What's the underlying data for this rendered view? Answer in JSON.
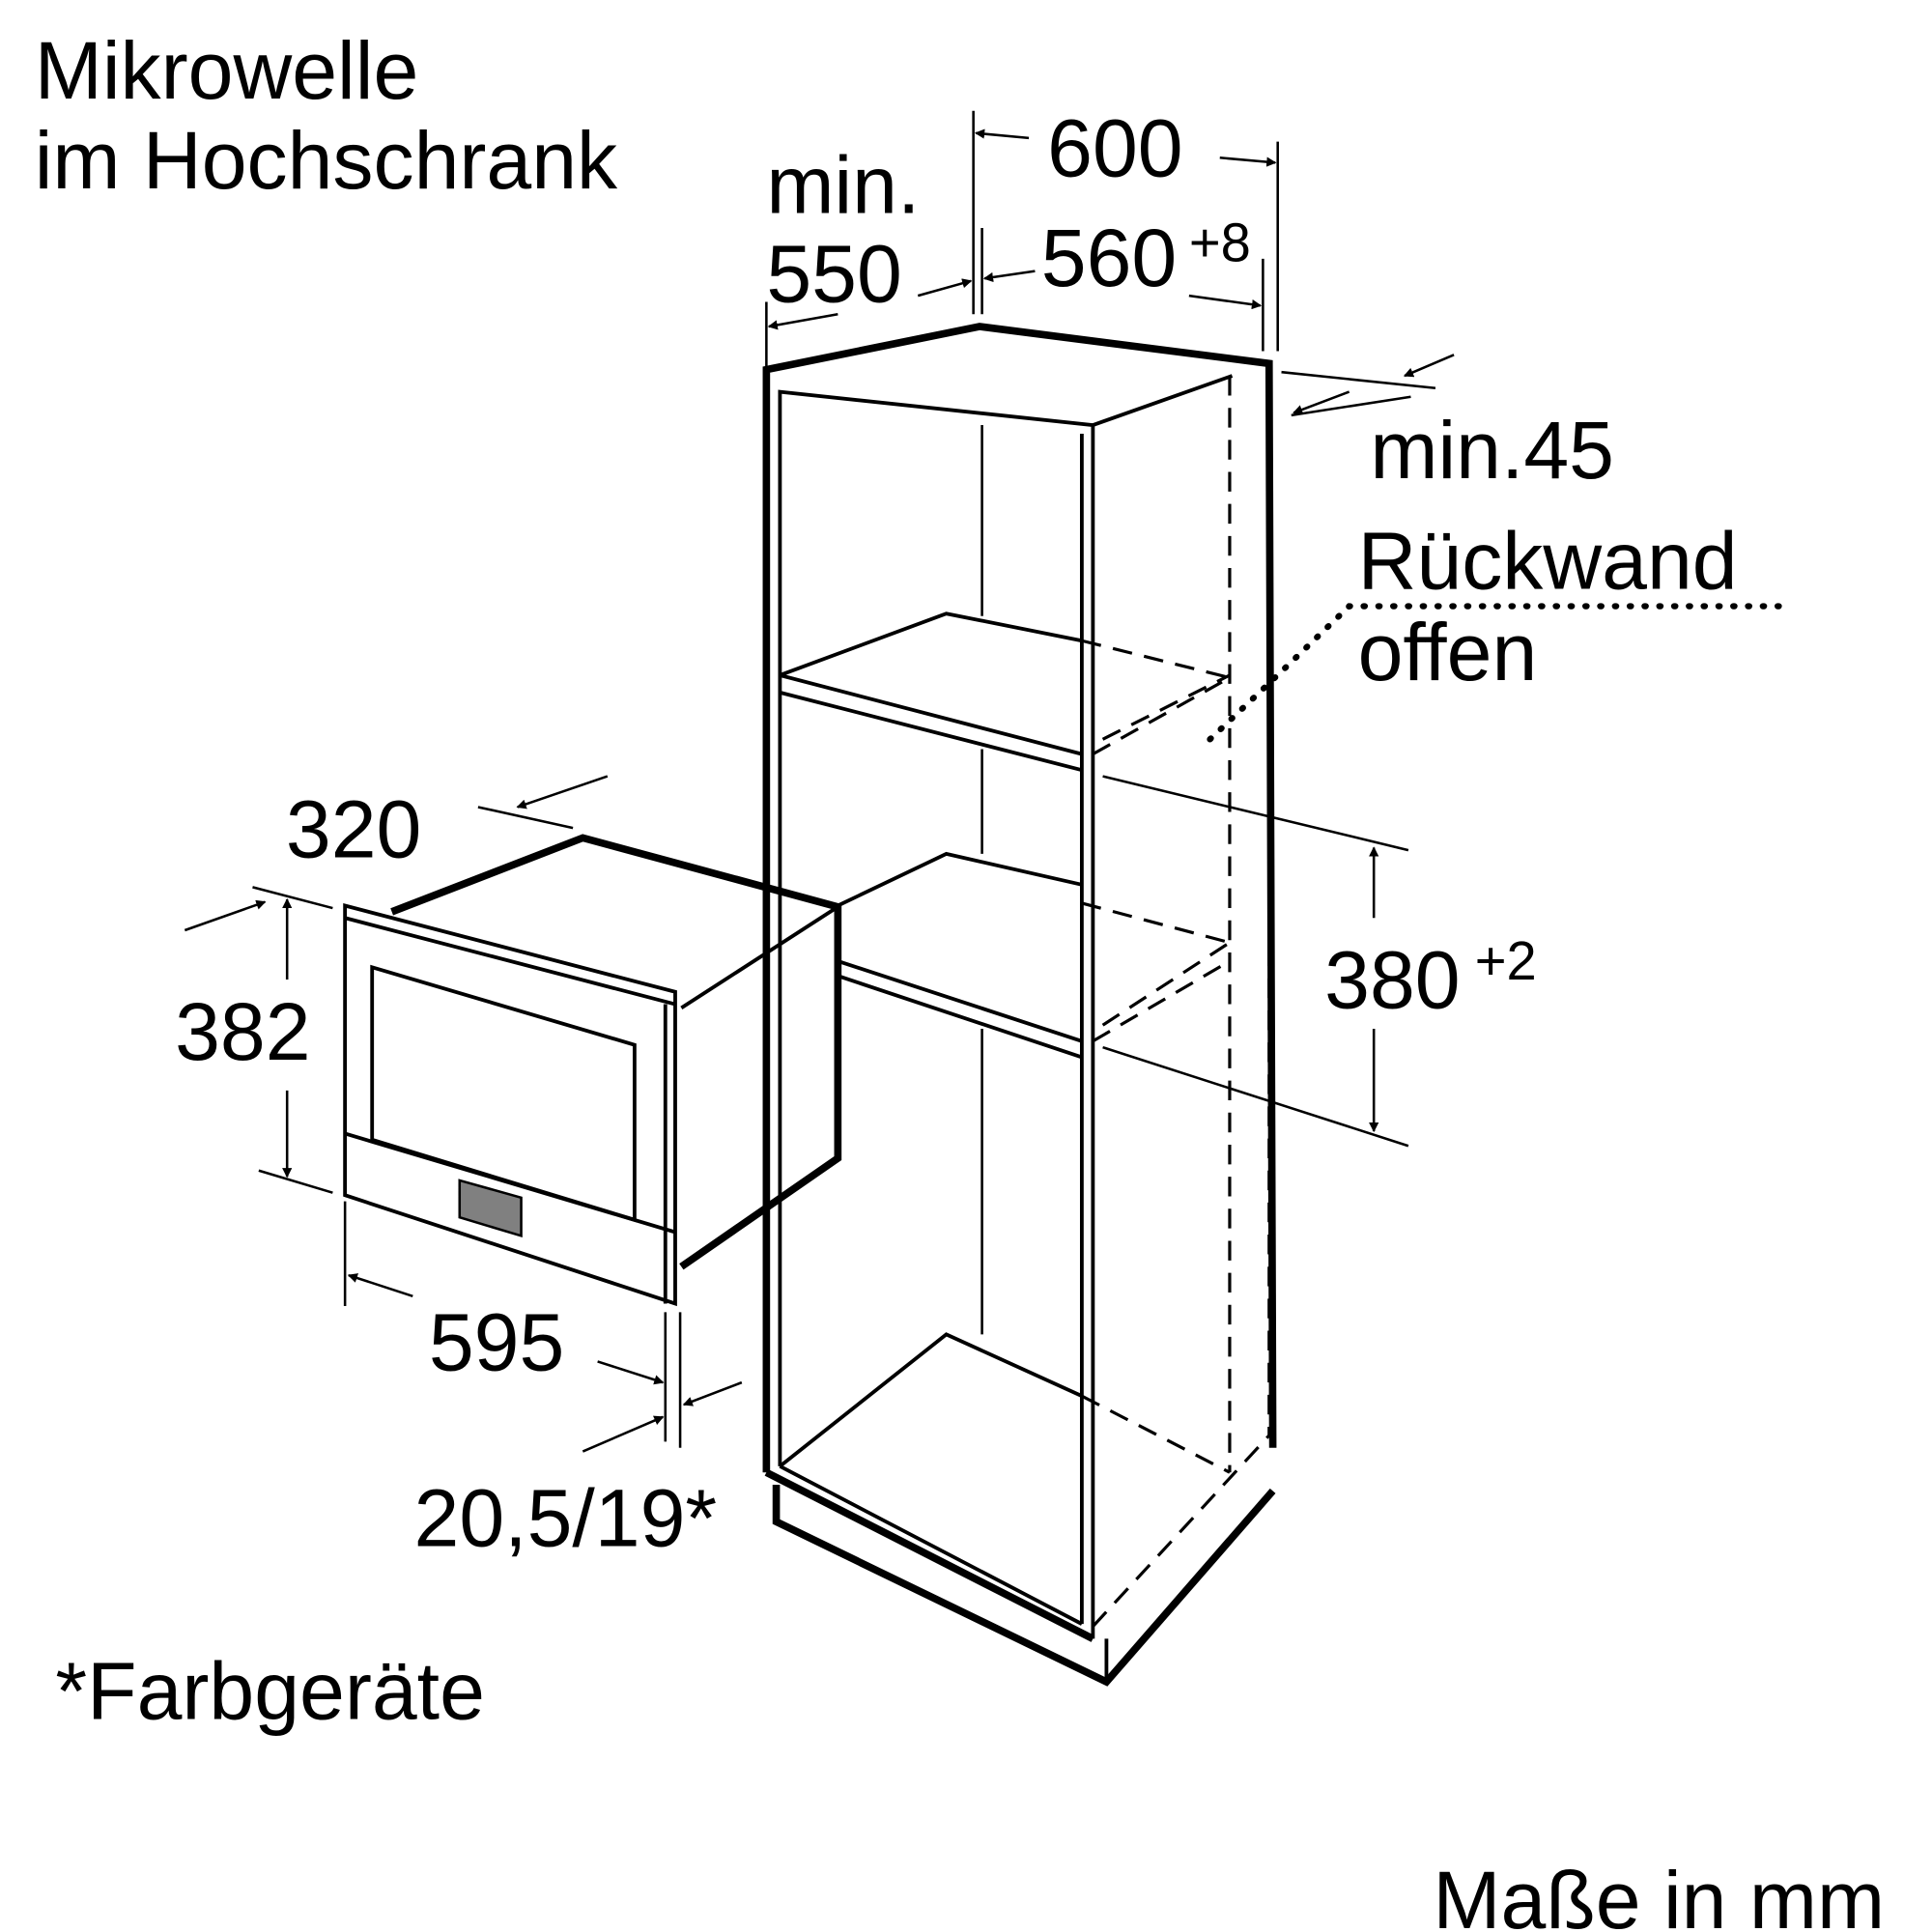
{
  "title_line1": "Mikrowelle",
  "title_line2": "im Hochschrank",
  "dimensions": {
    "cabinet_width": "600",
    "niche_width": "560",
    "niche_width_tolerance": "+8",
    "min_label": "min.",
    "min_depth": "550",
    "rear_gap": "min.45",
    "rear_wall_line1": "Rückwand",
    "rear_wall_line2": "offen",
    "niche_height": "380",
    "niche_height_tolerance": "+2",
    "device_depth": "320",
    "device_height": "382",
    "device_width": "595",
    "front_thickness": "20,5/19*"
  },
  "footnote": "*Farbgeräte",
  "units_note": "Maße in mm",
  "colors": {
    "line": "#000000",
    "control_panel": "#808080"
  }
}
